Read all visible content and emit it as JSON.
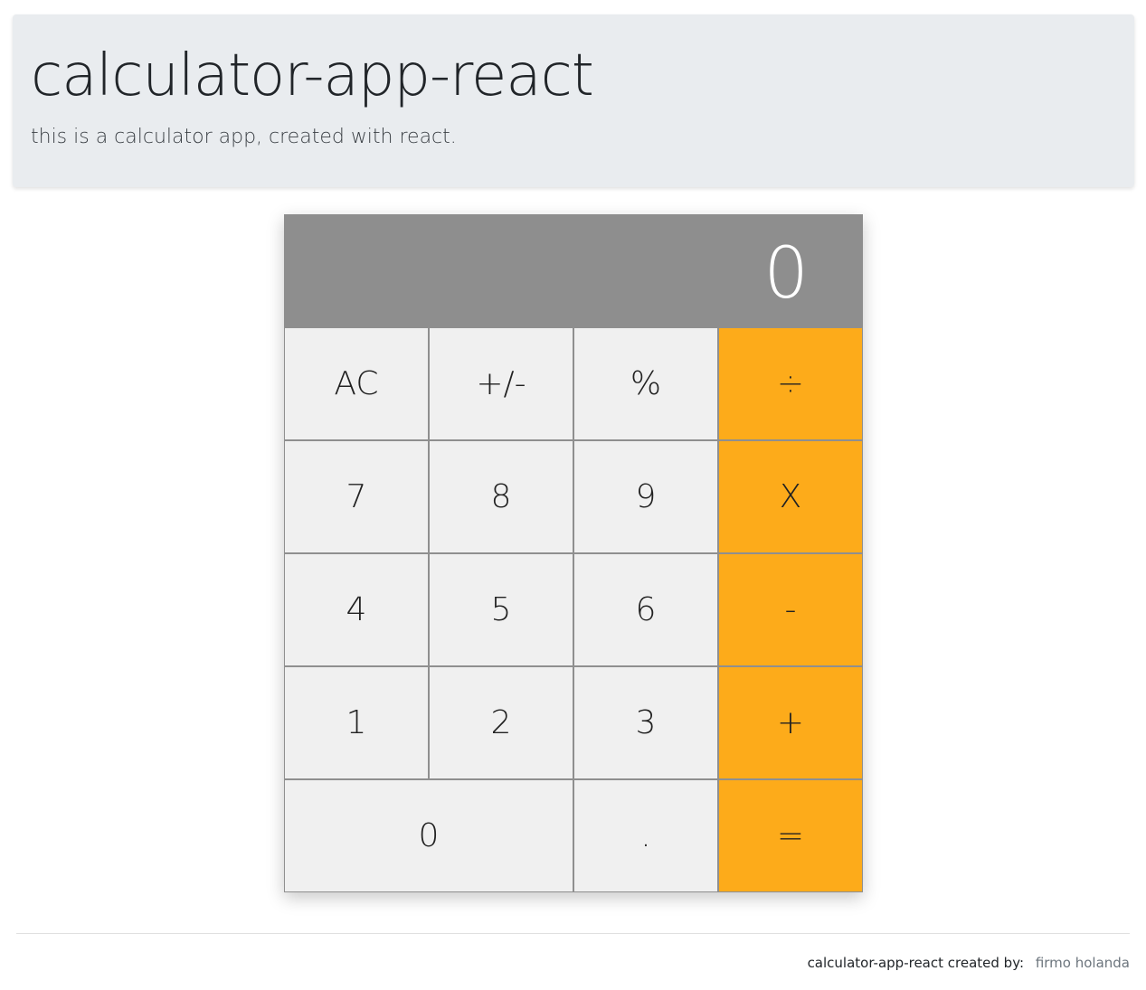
{
  "header": {
    "title": "calculator-app-react",
    "subtitle": "this is a calculator app, created with react."
  },
  "calculator": {
    "display": "0",
    "keys": {
      "clear": "AC",
      "sign": "+/-",
      "percent": "%",
      "divide": "÷",
      "seven": "7",
      "eight": "8",
      "nine": "9",
      "multiply": "X",
      "four": "4",
      "five": "5",
      "six": "6",
      "subtract": "-",
      "one": "1",
      "two": "2",
      "three": "3",
      "add": "+",
      "zero": "0",
      "decimal": ".",
      "equals": "="
    },
    "colors": {
      "display_bg": "#8e8e8e",
      "key_bg": "#f0f0f0",
      "operator_bg": "#fdab1a"
    }
  },
  "footer": {
    "label": "calculator-app-react created by:",
    "author": "firmo holanda"
  }
}
